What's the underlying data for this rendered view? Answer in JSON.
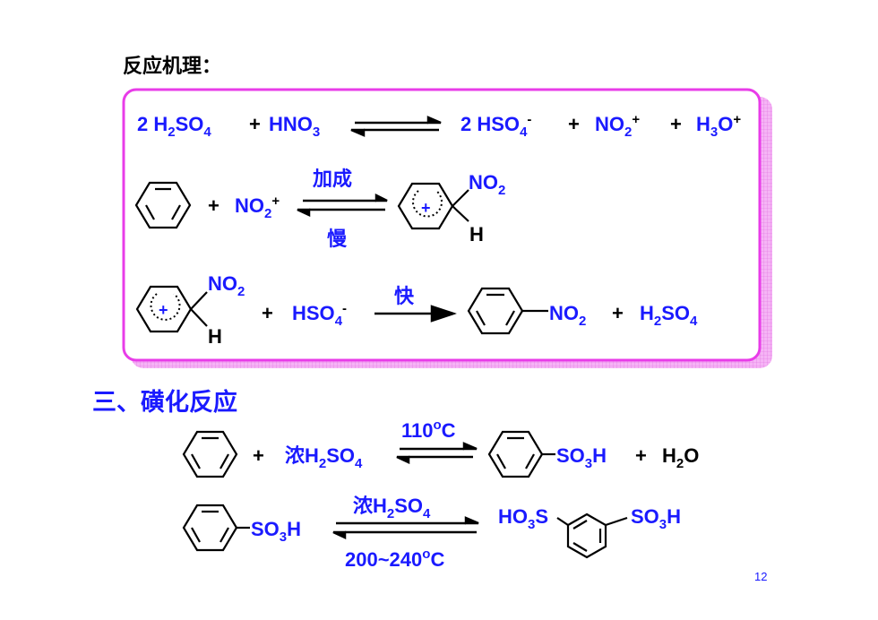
{
  "heading": "反应机理：",
  "section_title": "三、磺化反应",
  "page_number": "12",
  "colors": {
    "blue": "#1a1aff",
    "frame": "#e83ce8",
    "frame_shadow": "#f3a6f3"
  },
  "mechanism": {
    "eq1": {
      "coef": "2",
      "reactant1": "H2SO4",
      "reactant2": "HNO3",
      "coef_p": "2",
      "product1": "HSO4",
      "product1_charge": "-",
      "product2": "NO2",
      "product2_charge": "+",
      "product3": "H3O",
      "product3_charge": "+"
    },
    "eq2": {
      "reagent": "NO2",
      "reagent_charge": "+",
      "arrow_top": "加成",
      "arrow_bottom": "慢",
      "substituent": "NO2",
      "hydrogen": "H",
      "ring_charge": "+"
    },
    "eq3": {
      "substituent": "NO2",
      "hydrogen": "H",
      "ring_charge": "+",
      "reagent": "HSO4",
      "reagent_charge": "-",
      "arrow_top": "快",
      "product_group": "NO2",
      "byproduct": "H2SO4"
    }
  },
  "sulfonation": {
    "eq1": {
      "reagent_prefix": "浓",
      "reagent": "H2SO4",
      "condition_temp": "110",
      "condition_unit": "C",
      "degree": "o",
      "product_group": "SO3H",
      "byproduct": "H2O"
    },
    "eq2": {
      "reactant_group": "SO3H",
      "arrow_top_prefix": "浓",
      "arrow_top": "H2SO4",
      "arrow_bottom": "200~240",
      "arrow_bottom_unit": "C",
      "degree": "o",
      "product_left": "HO3S",
      "product_right": "SO3H"
    }
  }
}
